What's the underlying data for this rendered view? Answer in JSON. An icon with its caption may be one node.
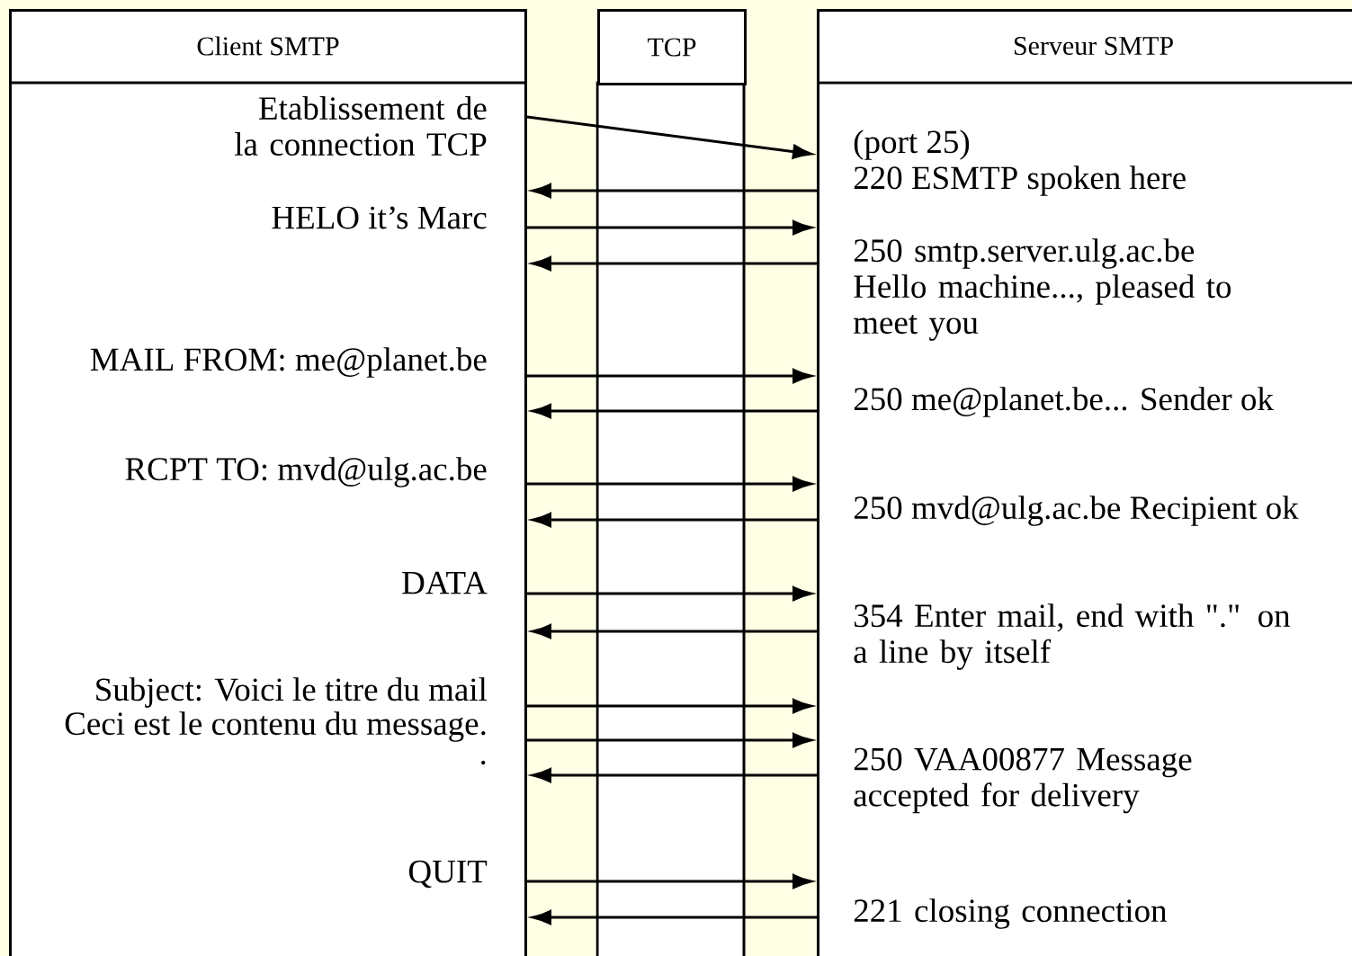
{
  "diagram": {
    "nodes": [
      {
        "text": [
          "Client SMTP"
        ]
      },
      {
        "text": [
          "TCP"
        ]
      },
      {
        "text": [
          "Serveur SMTP"
        ]
      }
    ],
    "edges": [
      {
        "from": 0,
        "to": 2,
        "arrow": "to",
        "label": "Etablissement de la connection TCP"
      },
      {
        "from": 2,
        "to": 0,
        "arrow": "to",
        "label": "220 ESMTP spoken here"
      },
      {
        "from": 0,
        "to": 2,
        "arrow": "to",
        "label": "HELO it’s Marc"
      },
      {
        "from": 2,
        "to": 0,
        "arrow": "to",
        "label": "250 smtp.server.ulg.ac.be Hello machine..., pleased to meet you"
      },
      {
        "from": 0,
        "to": 2,
        "arrow": "to",
        "label": "MAIL FROM: me@planet.be"
      },
      {
        "from": 2,
        "to": 0,
        "arrow": "to",
        "label": "250 me@planet.be... Sender ok"
      },
      {
        "from": 0,
        "to": 2,
        "arrow": "to",
        "label": "RCPT TO: mvd@ulg.ac.be"
      },
      {
        "from": 2,
        "to": 0,
        "arrow": "to",
        "label": "250 mvd@ulg.ac.be Recipient ok"
      },
      {
        "from": 0,
        "to": 2,
        "arrow": "to",
        "label": "DATA"
      },
      {
        "from": 2,
        "to": 0,
        "arrow": "to",
        "label": "354 Enter mail, end with \".\" on a line by itself"
      },
      {
        "from": 0,
        "to": 2,
        "arrow": "to",
        "label": "Subject: Voici le titre du mail"
      },
      {
        "from": 0,
        "to": 2,
        "arrow": "to",
        "label": "Ceci est le contenu du message."
      },
      {
        "from": 2,
        "to": 0,
        "arrow": "to",
        "label": "250 VAA00877 Message accepted for delivery"
      },
      {
        "from": 0,
        "to": 2,
        "arrow": "to",
        "label": "QUIT"
      },
      {
        "from": 2,
        "to": 0,
        "arrow": "to",
        "label": "221 closing connection"
      }
    ],
    "labels": [
      "(port 25)",
      "."
    ]
  }
}
